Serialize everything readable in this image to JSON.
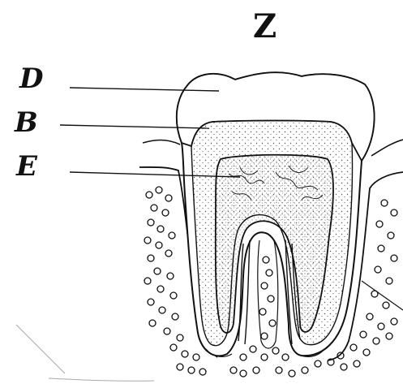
{
  "header": {
    "title": "Z"
  },
  "labels": [
    {
      "text": "D",
      "target": "enamel"
    },
    {
      "text": "B",
      "target": "dentin"
    },
    {
      "text": "E",
      "target": "pulp"
    }
  ],
  "colors": {
    "ink": "#111111",
    "paper": "#ffffff",
    "stipple": "#555555"
  }
}
